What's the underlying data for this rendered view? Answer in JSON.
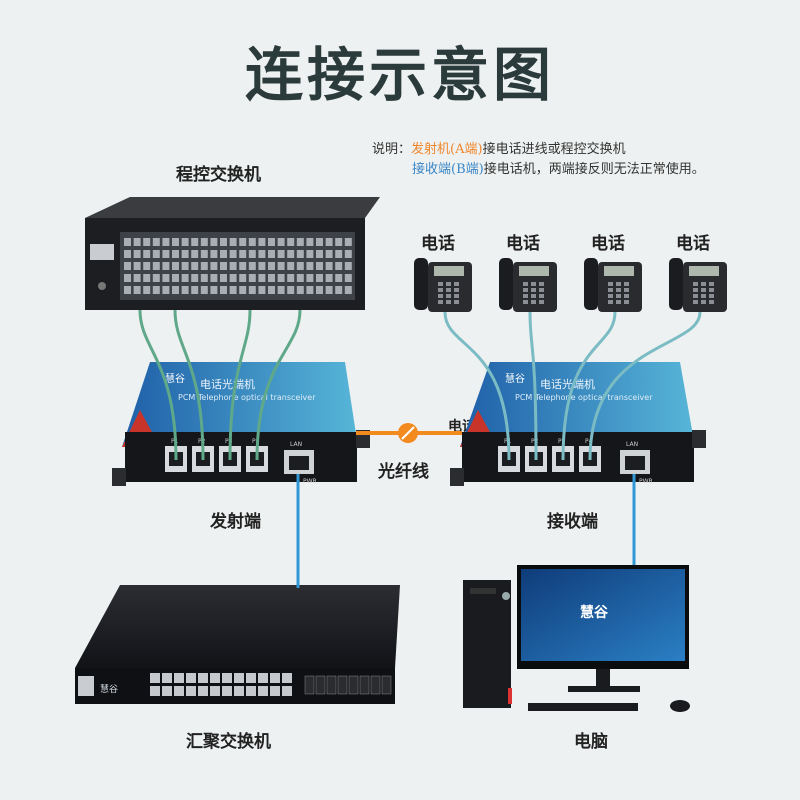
{
  "title": "连接示意图",
  "note": {
    "prefix": "说明：",
    "line1_a": "发射机(A端)",
    "line1_b": "接电话进线或程控交换机",
    "line2_a": "接收端(B端)",
    "line2_b": "接电话机，两端接反则无法正常使用。"
  },
  "labels": {
    "pbx": "程控交换机",
    "phone": "电话",
    "fiber": "光纤线",
    "phone_line": "电话线",
    "transmitter": "发射端",
    "receiver": "接收端",
    "aggregation_switch": "汇聚交换机",
    "computer": "电脑"
  },
  "device": {
    "brand": "慧谷",
    "model_cn": "电话光端机",
    "model_en": "PCM Telephone optical transceiver",
    "ports": [
      "P1",
      "P2",
      "P3",
      "P4"
    ],
    "lan": "LAN",
    "pwr": "PWR"
  },
  "colors": {
    "green_cable": "#5fa98a",
    "cyan_cable": "#7bbcc4",
    "blue_cable": "#2f97d6",
    "orange_cable": "#f28a1e"
  }
}
